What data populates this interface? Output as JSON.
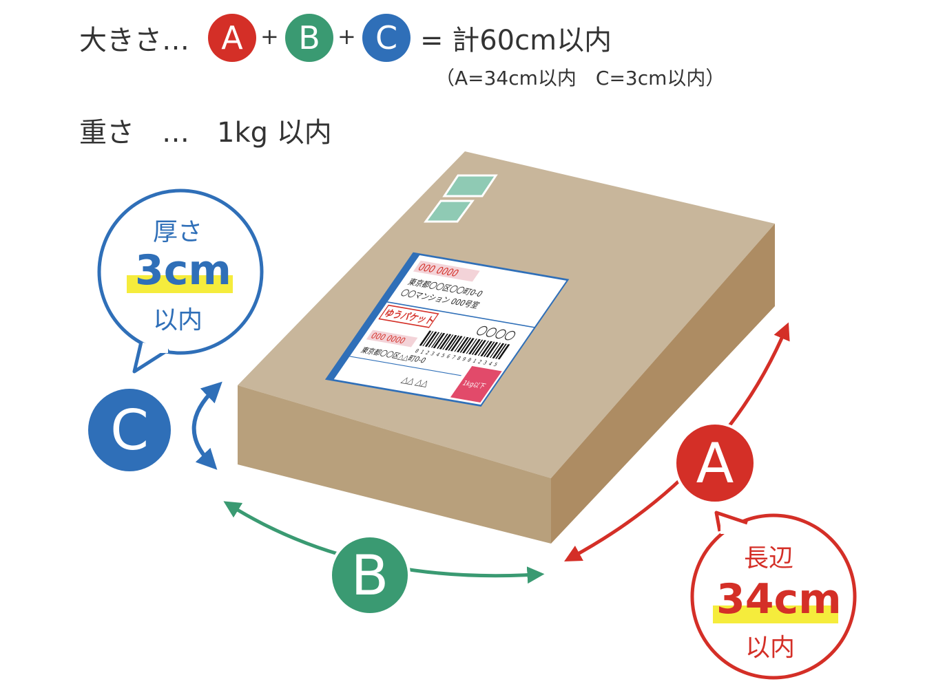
{
  "header": {
    "size_label": "大きさ…",
    "plus": "+",
    "equals_total": "= 計60cm以内",
    "size_note": "（A=34cm以内　C=3cm以内）",
    "weight_label": "重さ　…　1kg 以内"
  },
  "badges": {
    "a": "A",
    "b": "B",
    "c": "C"
  },
  "bubbles": {
    "thickness": {
      "title": "厚さ",
      "value": "3cm",
      "suffix": "以内"
    },
    "long_side": {
      "title": "長辺",
      "value": "34cm",
      "suffix": "以内"
    }
  },
  "label": {
    "postal_top": "000 0000",
    "address_line1": "東京都〇〇区〇〇町0-0",
    "address_line2": "〇〇マンション 000号室",
    "brand": "ゆうパケット",
    "circles": "〇〇〇〇",
    "barcode_digits": "0 1 2 3 4 5 6 7 8 9 0 1 2 3 4 5",
    "postal_bottom": "000 0000",
    "sender_address": "東京都〇〇区△△町0-0",
    "sender_name": "△△ △△",
    "stamp": "1kg以下"
  },
  "colors": {
    "red": "#d42f27",
    "green": "#3a9a72",
    "blue": "#2f6fb8",
    "box_top": "#c8b69b",
    "box_front": "#b8a07c",
    "box_side": "#ad8c63",
    "highlight": "#f5ec3c"
  }
}
